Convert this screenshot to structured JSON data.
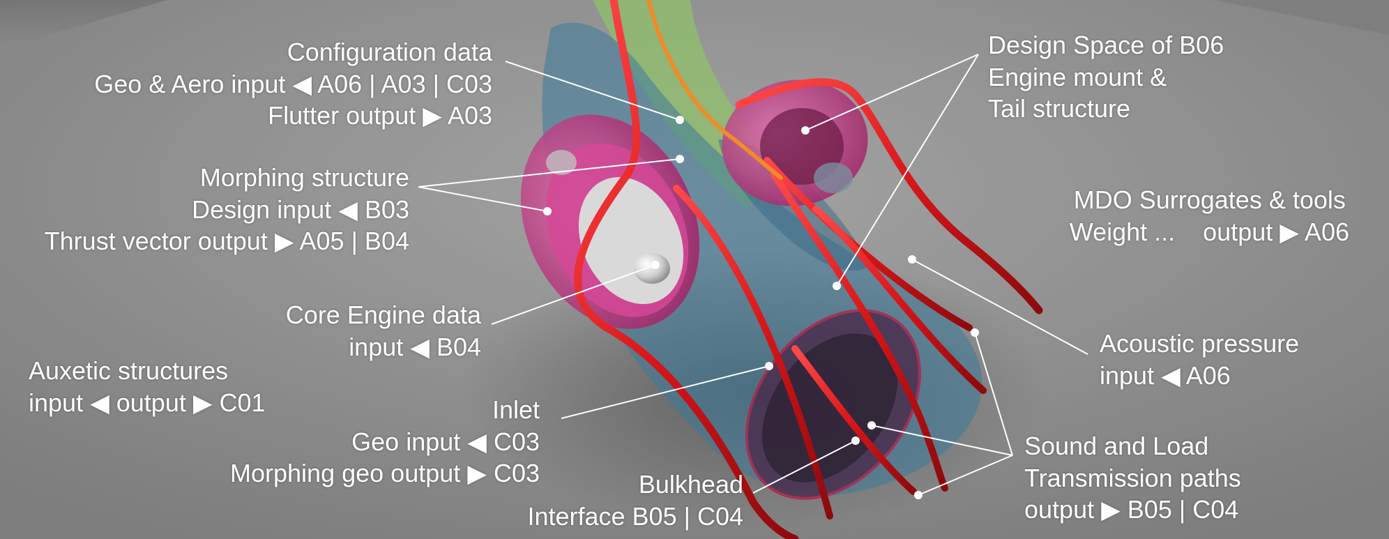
{
  "colors": {
    "background": "#8f8f8f",
    "text": "#ffffff",
    "tube_red": "#d8161a",
    "engine_magenta": "#c2317e",
    "design_space_blue": "#3d7a9c",
    "tail_green": "#8fc06a",
    "leader_line": "#ffffff"
  },
  "labels": {
    "configuration": {
      "title": "Configuration data",
      "line2": "Geo & Aero input ◀ A06 | A03 | C03",
      "line3": "Flutter output ▶ A03"
    },
    "morphing": {
      "title": "Morphing structure",
      "line2": "Design input ◀ B03",
      "line3": "Thrust vector output ▶ A05 | B04"
    },
    "core_engine": {
      "title": "Core Engine data",
      "line2": "input ◀ B04"
    },
    "auxetic": {
      "title": "Auxetic structures",
      "line2": "input ◀ output ▶ C01"
    },
    "inlet": {
      "title": "Inlet",
      "line2": "Geo input ◀ C03",
      "line3": "Morphing geo output ▶ C03"
    },
    "bulkhead": {
      "title": "Bulkhead",
      "line2": "Interface B05 | C04"
    },
    "design_space": {
      "title": "Design Space of B06",
      "line2": "Engine mount &",
      "line3": "Tail structure"
    },
    "mdo": {
      "title": "MDO Surrogates & tools",
      "line2": "Weight ...    output ▶ A06"
    },
    "acoustic": {
      "title": "Acoustic pressure",
      "line2": "input ◀ A06"
    },
    "sound_load": {
      "title": "Sound and Load",
      "line2": "Transmission paths",
      "line3": "output ▶ B05 | C04"
    }
  }
}
